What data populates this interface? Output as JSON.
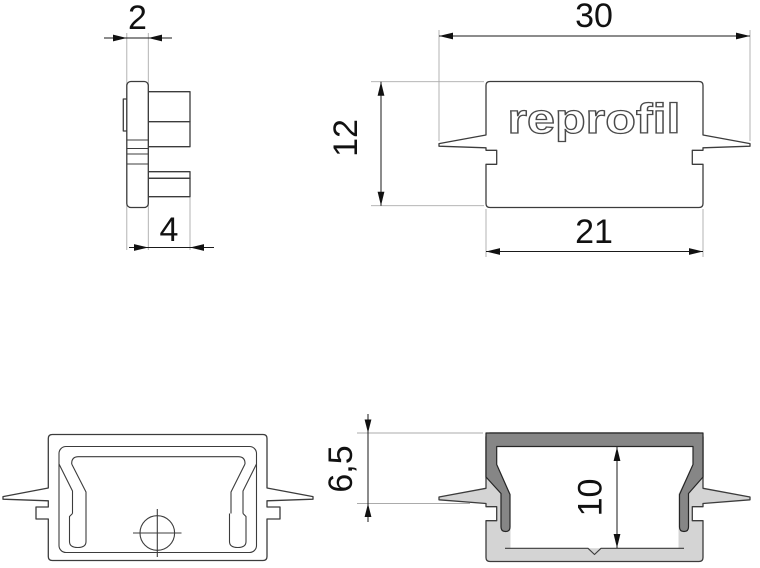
{
  "drawing": {
    "brand": {
      "logo_text": "reprofil"
    },
    "dimensions": {
      "side_thickness": {
        "value": "2"
      },
      "side_depth": {
        "value": "4"
      },
      "overall_width": {
        "value": "30"
      },
      "overall_height": {
        "value": "12"
      },
      "body_width": {
        "value": "21"
      },
      "recess_height": {
        "value": "6,5"
      },
      "inner_height": {
        "value": "10"
      }
    },
    "colors": {
      "background": "#ffffff",
      "profile_fill": "#868686",
      "cap_fill": "#d4d4d4",
      "outline": "#3c3c3c",
      "dim_line": "#1a1a1a"
    }
  }
}
